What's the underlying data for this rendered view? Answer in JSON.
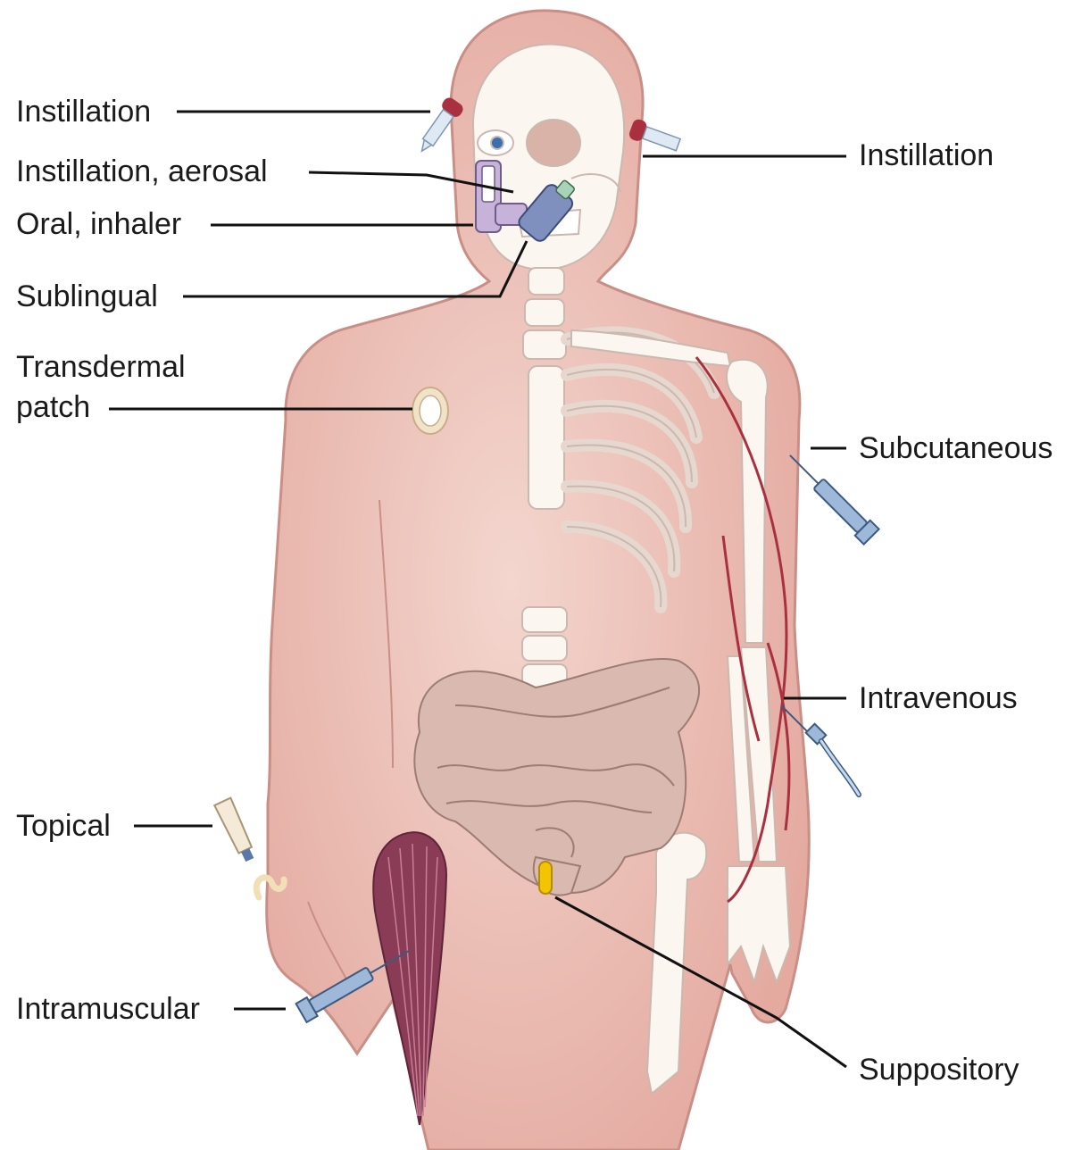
{
  "labels": {
    "instillation_eye": "Instillation",
    "instillation_aerosal": "Instillation, aerosal",
    "oral_inhaler": "Oral, inhaler",
    "sublingual": "Sublingual",
    "transdermal_line1": "Transdermal",
    "transdermal_line2": "patch",
    "topical": "Topical",
    "intramuscular": "Intramuscular",
    "instillation_ear": "Instillation",
    "subcutaneous": "Subcutaneous",
    "intravenous": "Intravenous",
    "suppository": "Suppository"
  },
  "colors": {
    "skin": "#eab7ae",
    "skin_outline": "#c98f86",
    "bone": "#fbf6f0",
    "bone_outline": "#cbb8ae",
    "intestine": "#d9b9b0",
    "muscle": "#8a3b55",
    "vein": "#a8303f",
    "syringe": "#9db8d9",
    "inhaler": "#c7b3d9",
    "suppository": "#f2c500",
    "leader_line": "#111111"
  },
  "icons": [
    "dropper-icon",
    "inhaler-icon",
    "syringe-icon",
    "iv-catheter-icon",
    "tube-icon",
    "patch-icon",
    "suppository-icon"
  ]
}
